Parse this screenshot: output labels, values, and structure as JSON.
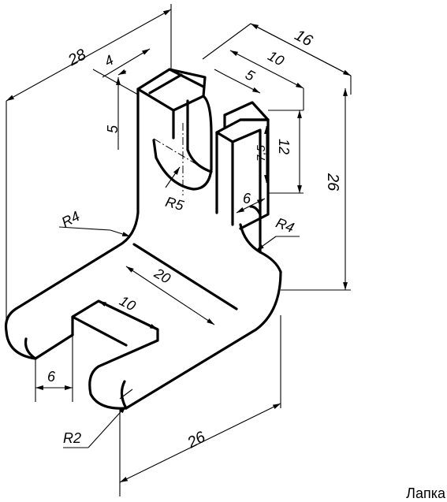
{
  "title": "Лапка",
  "dimensions": {
    "overall_depth": "28",
    "top_width": "16",
    "slot_width": "10",
    "slot_depth": "5",
    "wall_thickness": "4",
    "wall_height_left": "5",
    "step_height": "7,5",
    "upper_height": "12",
    "total_height": "26",
    "notch_width": "6",
    "inner_radius_left": "R4",
    "arc_radius": "R5",
    "inner_radius_right": "R4",
    "base_length": "20",
    "fork_gap": "10",
    "fork_prong": "6",
    "corner_radius": "R2",
    "base_width": "26"
  }
}
